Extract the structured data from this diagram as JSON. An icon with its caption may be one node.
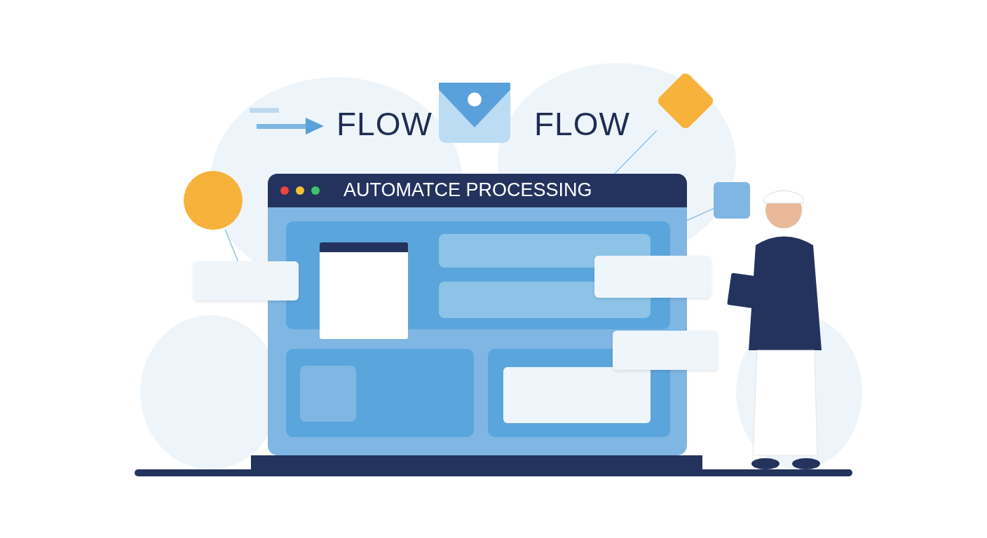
{
  "diagram": {
    "nodes": [
      {
        "text": [
          "AUTOMATCE PROCESSING"
        ]
      },
      {
        "text": [],
        "shape": "circle"
      },
      {
        "text": [],
        "shape": "box"
      },
      {
        "text": [],
        "shape": "diamond"
      },
      {
        "text": [],
        "shape": "box"
      },
      {
        "text": [],
        "shape": "box",
        "in": 0
      },
      {
        "text": [],
        "shape": "box",
        "in": 0
      },
      {
        "text": [],
        "shape": "box"
      },
      {
        "text": [],
        "shape": "box"
      },
      {
        "text": [],
        "shape": "bar"
      }
    ],
    "edges": [
      {
        "from": 1,
        "to": 2,
        "arrow": "none"
      },
      {
        "from": 3,
        "to": 0,
        "arrow": "none"
      },
      {
        "from": 4,
        "to": 0,
        "arrow": "none"
      }
    ],
    "labels": [
      "FLOW",
      "FLOW"
    ]
  }
}
